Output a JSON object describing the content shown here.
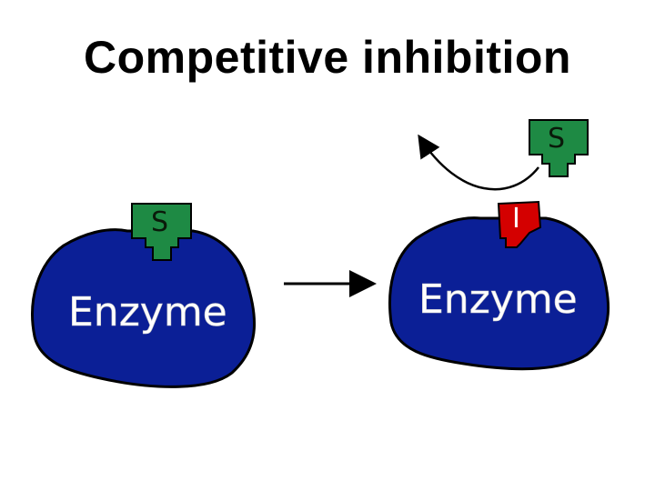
{
  "title": "Competitive inhibition",
  "enzyme_left": {
    "label": "Enzyme"
  },
  "enzyme_right": {
    "label": "Enzyme"
  },
  "substrate_bound": {
    "letter": "S"
  },
  "substrate_released": {
    "letter": "S"
  },
  "inhibitor": {
    "letter": "I"
  },
  "colors": {
    "enzyme_fill": "#0b1f96",
    "enzyme_outline": "#000000",
    "substrate_fill": "#1e8a44",
    "inhibitor_fill": "#d40000",
    "arrow": "#000000"
  }
}
